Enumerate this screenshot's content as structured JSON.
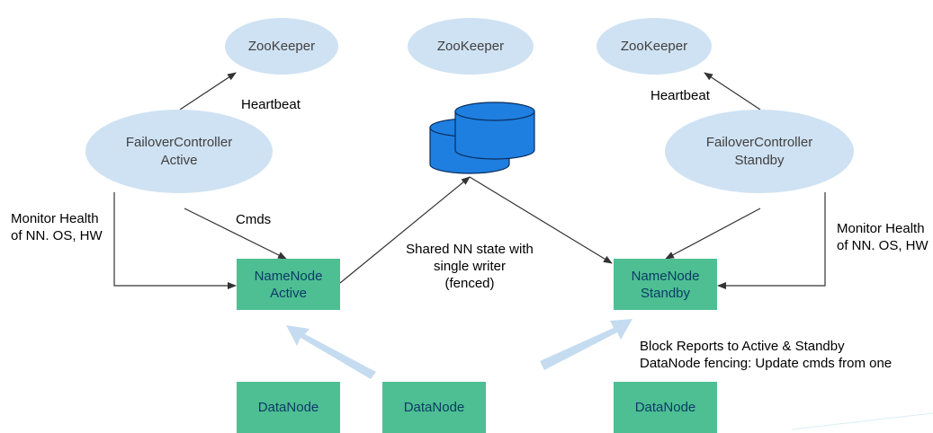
{
  "zookeepers": [
    {
      "label": "ZooKeeper"
    },
    {
      "label": "ZooKeeper"
    },
    {
      "label": "ZooKeeper"
    }
  ],
  "failover_controllers": [
    {
      "line1": "FailoverController",
      "line2": "Active"
    },
    {
      "line1": "FailoverController",
      "line2": "Standby"
    }
  ],
  "namenodes": [
    {
      "line1": "NameNode",
      "line2": "Active"
    },
    {
      "line1": "NameNode",
      "line2": "Standby"
    }
  ],
  "datanodes": [
    {
      "label": "DataNode"
    },
    {
      "label": "DataNode"
    },
    {
      "label": "DataNode"
    }
  ],
  "labels": {
    "heartbeat_left": "Heartbeat",
    "heartbeat_right": "Heartbeat",
    "cmds": "Cmds",
    "monitor_left_1": "Monitor Health",
    "monitor_left_2": "of NN. OS, HW",
    "monitor_right_1": "Monitor Health",
    "monitor_right_2": "of NN. OS, HW",
    "shared_1": "Shared NN state with",
    "shared_2": "single writer",
    "shared_3": "(fenced)",
    "block_1": "Block Reports to Active & Standby",
    "block_2": "DataNode fencing: Update cmds from one"
  },
  "colors": {
    "ellipse_fill": "#cfe2f3",
    "box_fill": "#4dbf93",
    "box_text": "#0d3b66",
    "storage_fill": "#1e7fe0",
    "arrow": "#333333",
    "block_arrow": "#c5dcf0"
  },
  "icons": {
    "shared_storage": "database-cylinders-icon"
  }
}
